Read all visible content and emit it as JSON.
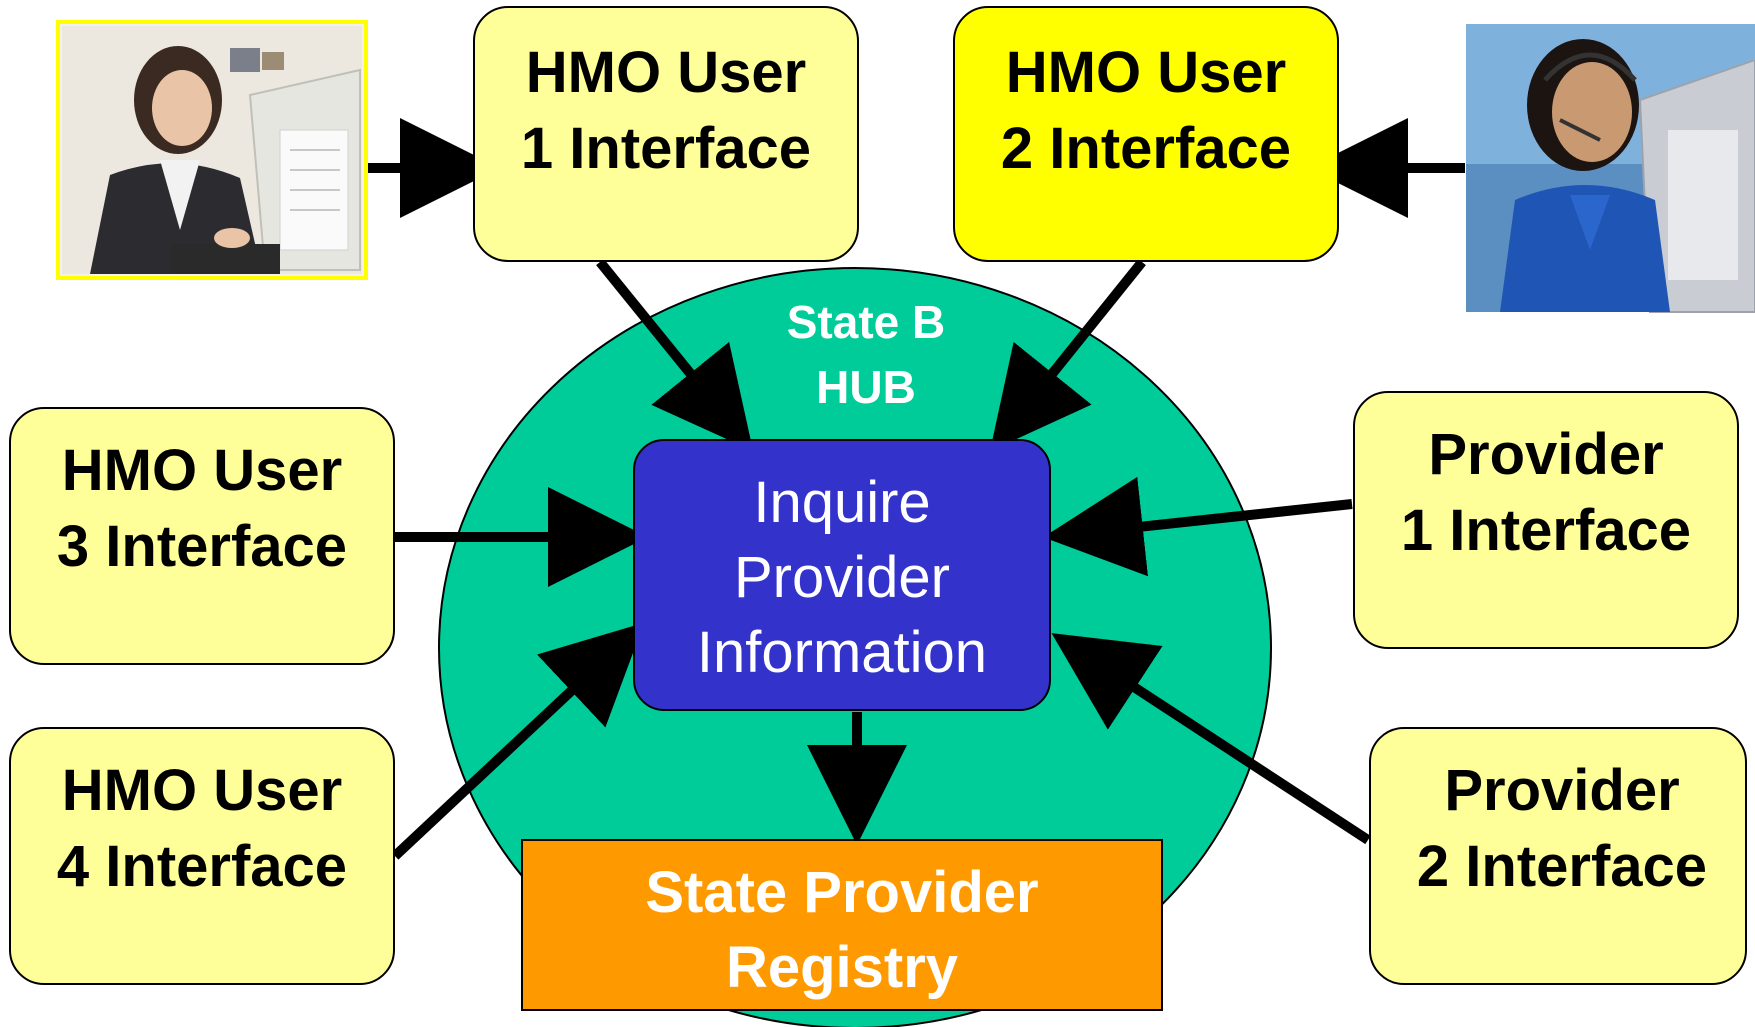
{
  "hub": {
    "label_line1": "State B",
    "label_line2": "HUB",
    "color": "#00CC99"
  },
  "center_process": {
    "line1": "Inquire",
    "line2": "Provider",
    "line3": "Information",
    "color": "#3333CC"
  },
  "registry": {
    "line1": "State Provider",
    "line2": "Registry",
    "color": "#FF9900"
  },
  "interfaces": {
    "hmo1": {
      "line1": "HMO User",
      "line2": "1 Interface",
      "color": "#FFFF99"
    },
    "hmo2": {
      "line1": "HMO User",
      "line2": "2 Interface",
      "color": "#FFFF00"
    },
    "hmo3": {
      "line1": "HMO User",
      "line2": "3 Interface",
      "color": "#FFFF99"
    },
    "hmo4": {
      "line1": "HMO User",
      "line2": "4 Interface",
      "color": "#FFFF99"
    },
    "provider1": {
      "line1": "Provider",
      "line2": "1 Interface",
      "color": "#FFFF99"
    },
    "provider2": {
      "line1": "Provider",
      "line2": "2 Interface",
      "color": "#FFFF99"
    }
  },
  "photos": {
    "left": {
      "icon": "office-worker-photo"
    },
    "right": {
      "icon": "call-center-agent-photo"
    }
  }
}
